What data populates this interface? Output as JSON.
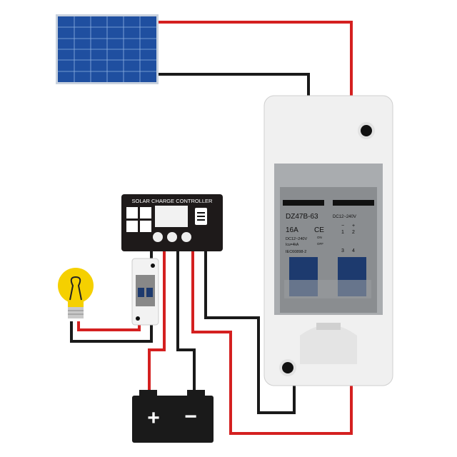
{
  "colors": {
    "wire_positive": "#d42020",
    "wire_negative": "#1a1a1a",
    "panel": "#1f4fa0",
    "enclosure": "#eeeeee",
    "breaker": "#7d7f82",
    "toggle": "#1d3a6e",
    "bulb": "#f5d000"
  },
  "controller": {
    "title": "SOLAR CHARGE CONTROLLER"
  },
  "breaker": {
    "model": "DZ47B-63",
    "rating": "16A",
    "mark": "CE",
    "voltage": "DC12~240V",
    "capacity": "Icu=4kA",
    "on": "ON",
    "off": "OFF",
    "standard": "IEC60898-2",
    "right_voltage": "DC12~240V",
    "neg": "−",
    "pos": "+",
    "t1": "1",
    "t2": "2",
    "t3": "3",
    "t4": "4"
  },
  "battery": {
    "plus": "+",
    "minus": "−"
  },
  "icons": [
    "solar-panel-icon",
    "light-bulb-icon",
    "battery-icon",
    "charge-controller-icon",
    "circuit-breaker-icon"
  ]
}
